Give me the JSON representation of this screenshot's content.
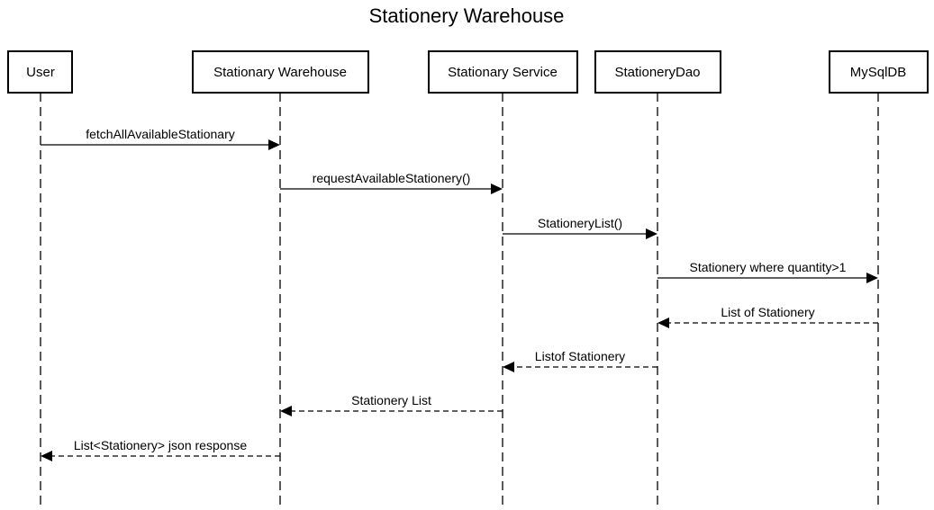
{
  "diagram": {
    "title": "Stationery Warehouse",
    "participants": [
      {
        "id": "user",
        "label": "User"
      },
      {
        "id": "warehouse",
        "label": "Stationary Warehouse"
      },
      {
        "id": "service",
        "label": "Stationary Service"
      },
      {
        "id": "dao",
        "label": "StationeryDao"
      },
      {
        "id": "db",
        "label": "MySqlDB"
      }
    ],
    "messages": [
      {
        "from": "user",
        "to": "warehouse",
        "label": "fetchAllAvailableStationary",
        "style": "solid"
      },
      {
        "from": "warehouse",
        "to": "service",
        "label": "requestAvailableStationery()",
        "style": "solid"
      },
      {
        "from": "service",
        "to": "dao",
        "label": "StationeryList()",
        "style": "solid"
      },
      {
        "from": "dao",
        "to": "db",
        "label": "Stationery where quantity>1",
        "style": "solid"
      },
      {
        "from": "db",
        "to": "dao",
        "label": "List of Stationery",
        "style": "dashed"
      },
      {
        "from": "dao",
        "to": "service",
        "label": "Listof Stationery",
        "style": "dashed"
      },
      {
        "from": "service",
        "to": "warehouse",
        "label": "Stationery List",
        "style": "dashed"
      },
      {
        "from": "warehouse",
        "to": "user",
        "label": "List<Stationery> json response",
        "style": "dashed"
      }
    ]
  }
}
